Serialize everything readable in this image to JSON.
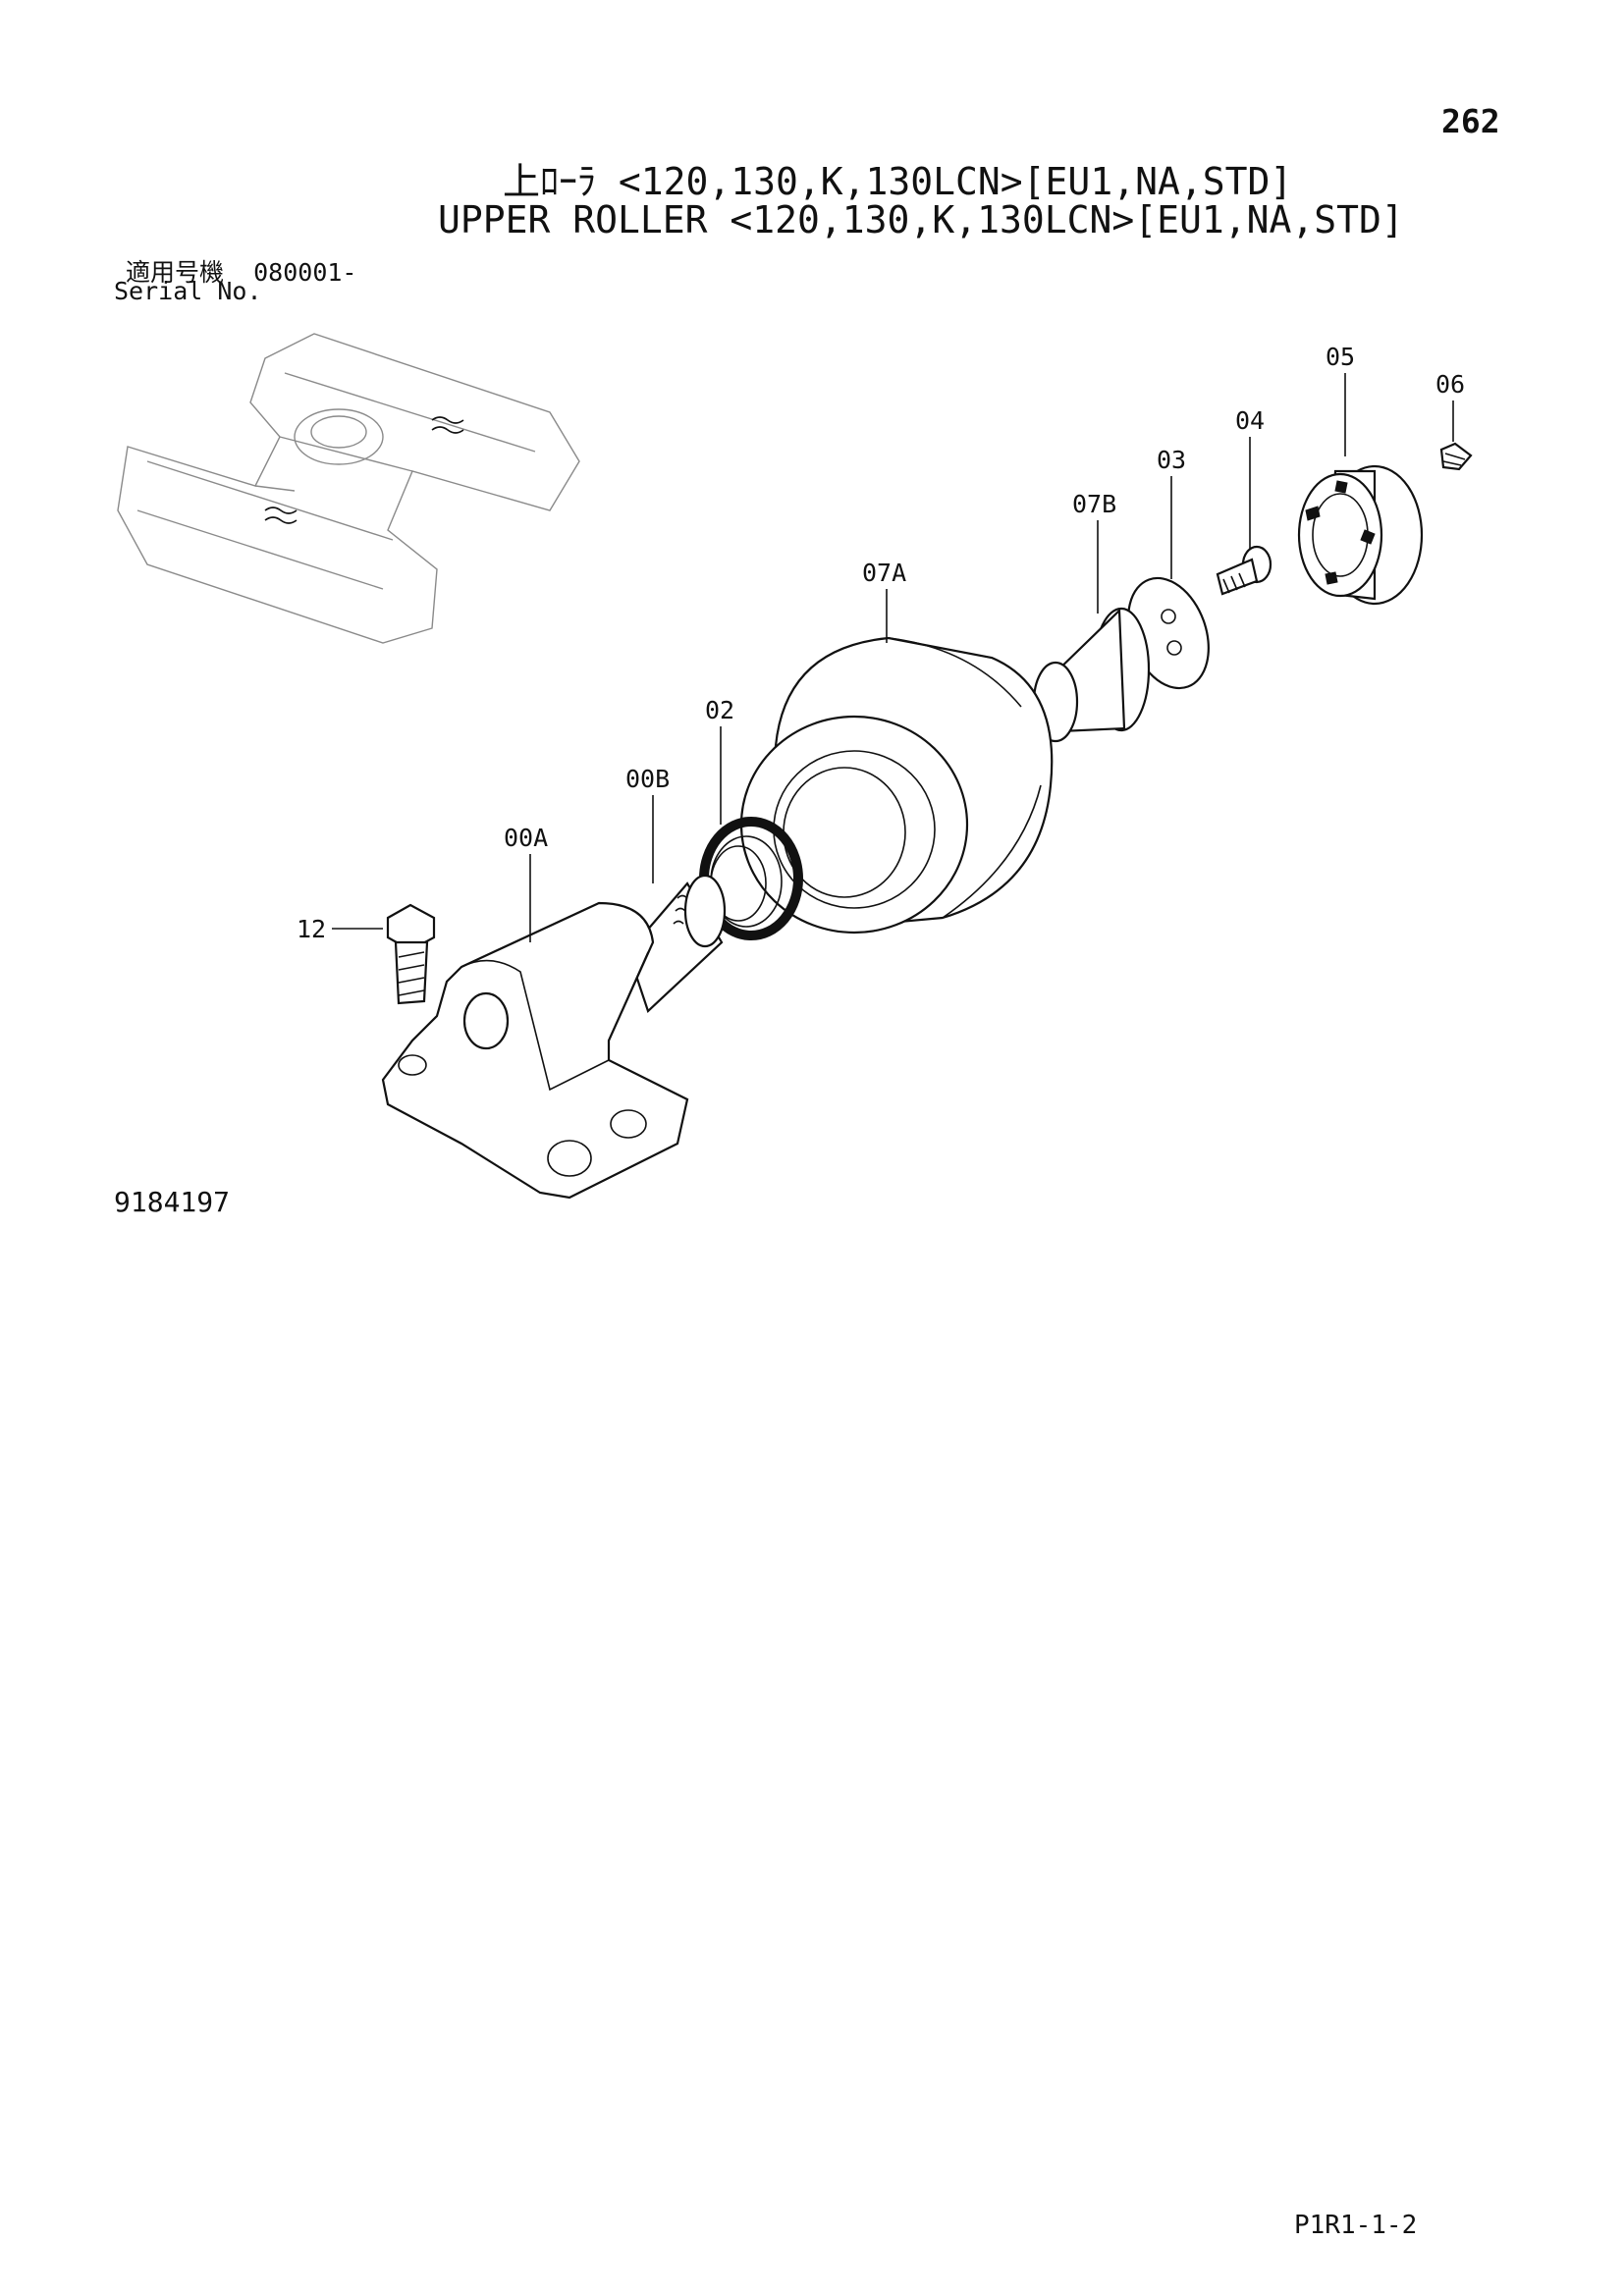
{
  "header": {
    "page_number": "262",
    "title_jp": "上ﾛｰﾗ <120,130,K,130LCN>[EU1,NA,STD]",
    "title_en": "UPPER ROLLER <120,130,K,130LCN>[EU1,NA,STD]",
    "serial_label_jp": "適用号機",
    "serial_value": "080001-",
    "serial_label_en": "Serial No."
  },
  "callouts": {
    "p05": "05",
    "p06": "06",
    "p04": "04",
    "p03": "03",
    "p07b": "07B",
    "p07a": "07A",
    "p02": "02",
    "p00b": "00B",
    "p00a": "00A",
    "p12": "12"
  },
  "footer": {
    "figure_number": "9184197",
    "page_code": "P1R1-1-2"
  }
}
